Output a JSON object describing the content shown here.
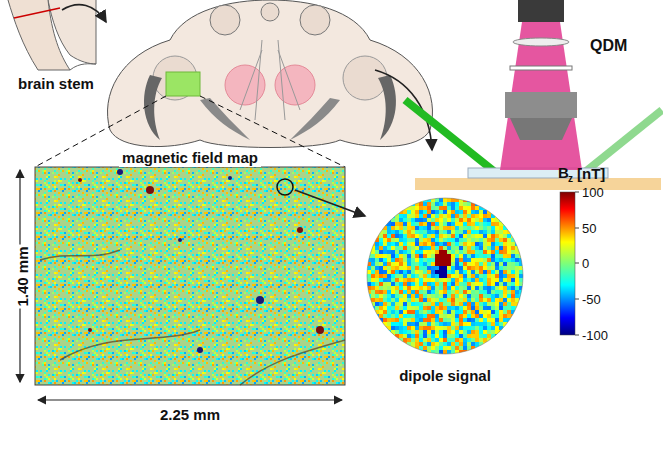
{
  "diagram": {
    "nodes": [
      {
        "text": [
          "magnetic field map"
        ]
      },
      {
        "text": [
          "dipole signal"
        ]
      }
    ],
    "edges": [
      {
        "from": 0,
        "to": 1,
        "arrow": "to"
      }
    ],
    "labels": [
      "brain stem",
      "QDM",
      "1.40 mm",
      "2.25 mm",
      "B",
      "z",
      "[nT]",
      "100",
      "50",
      "0",
      "-50",
      "-100"
    ]
  }
}
